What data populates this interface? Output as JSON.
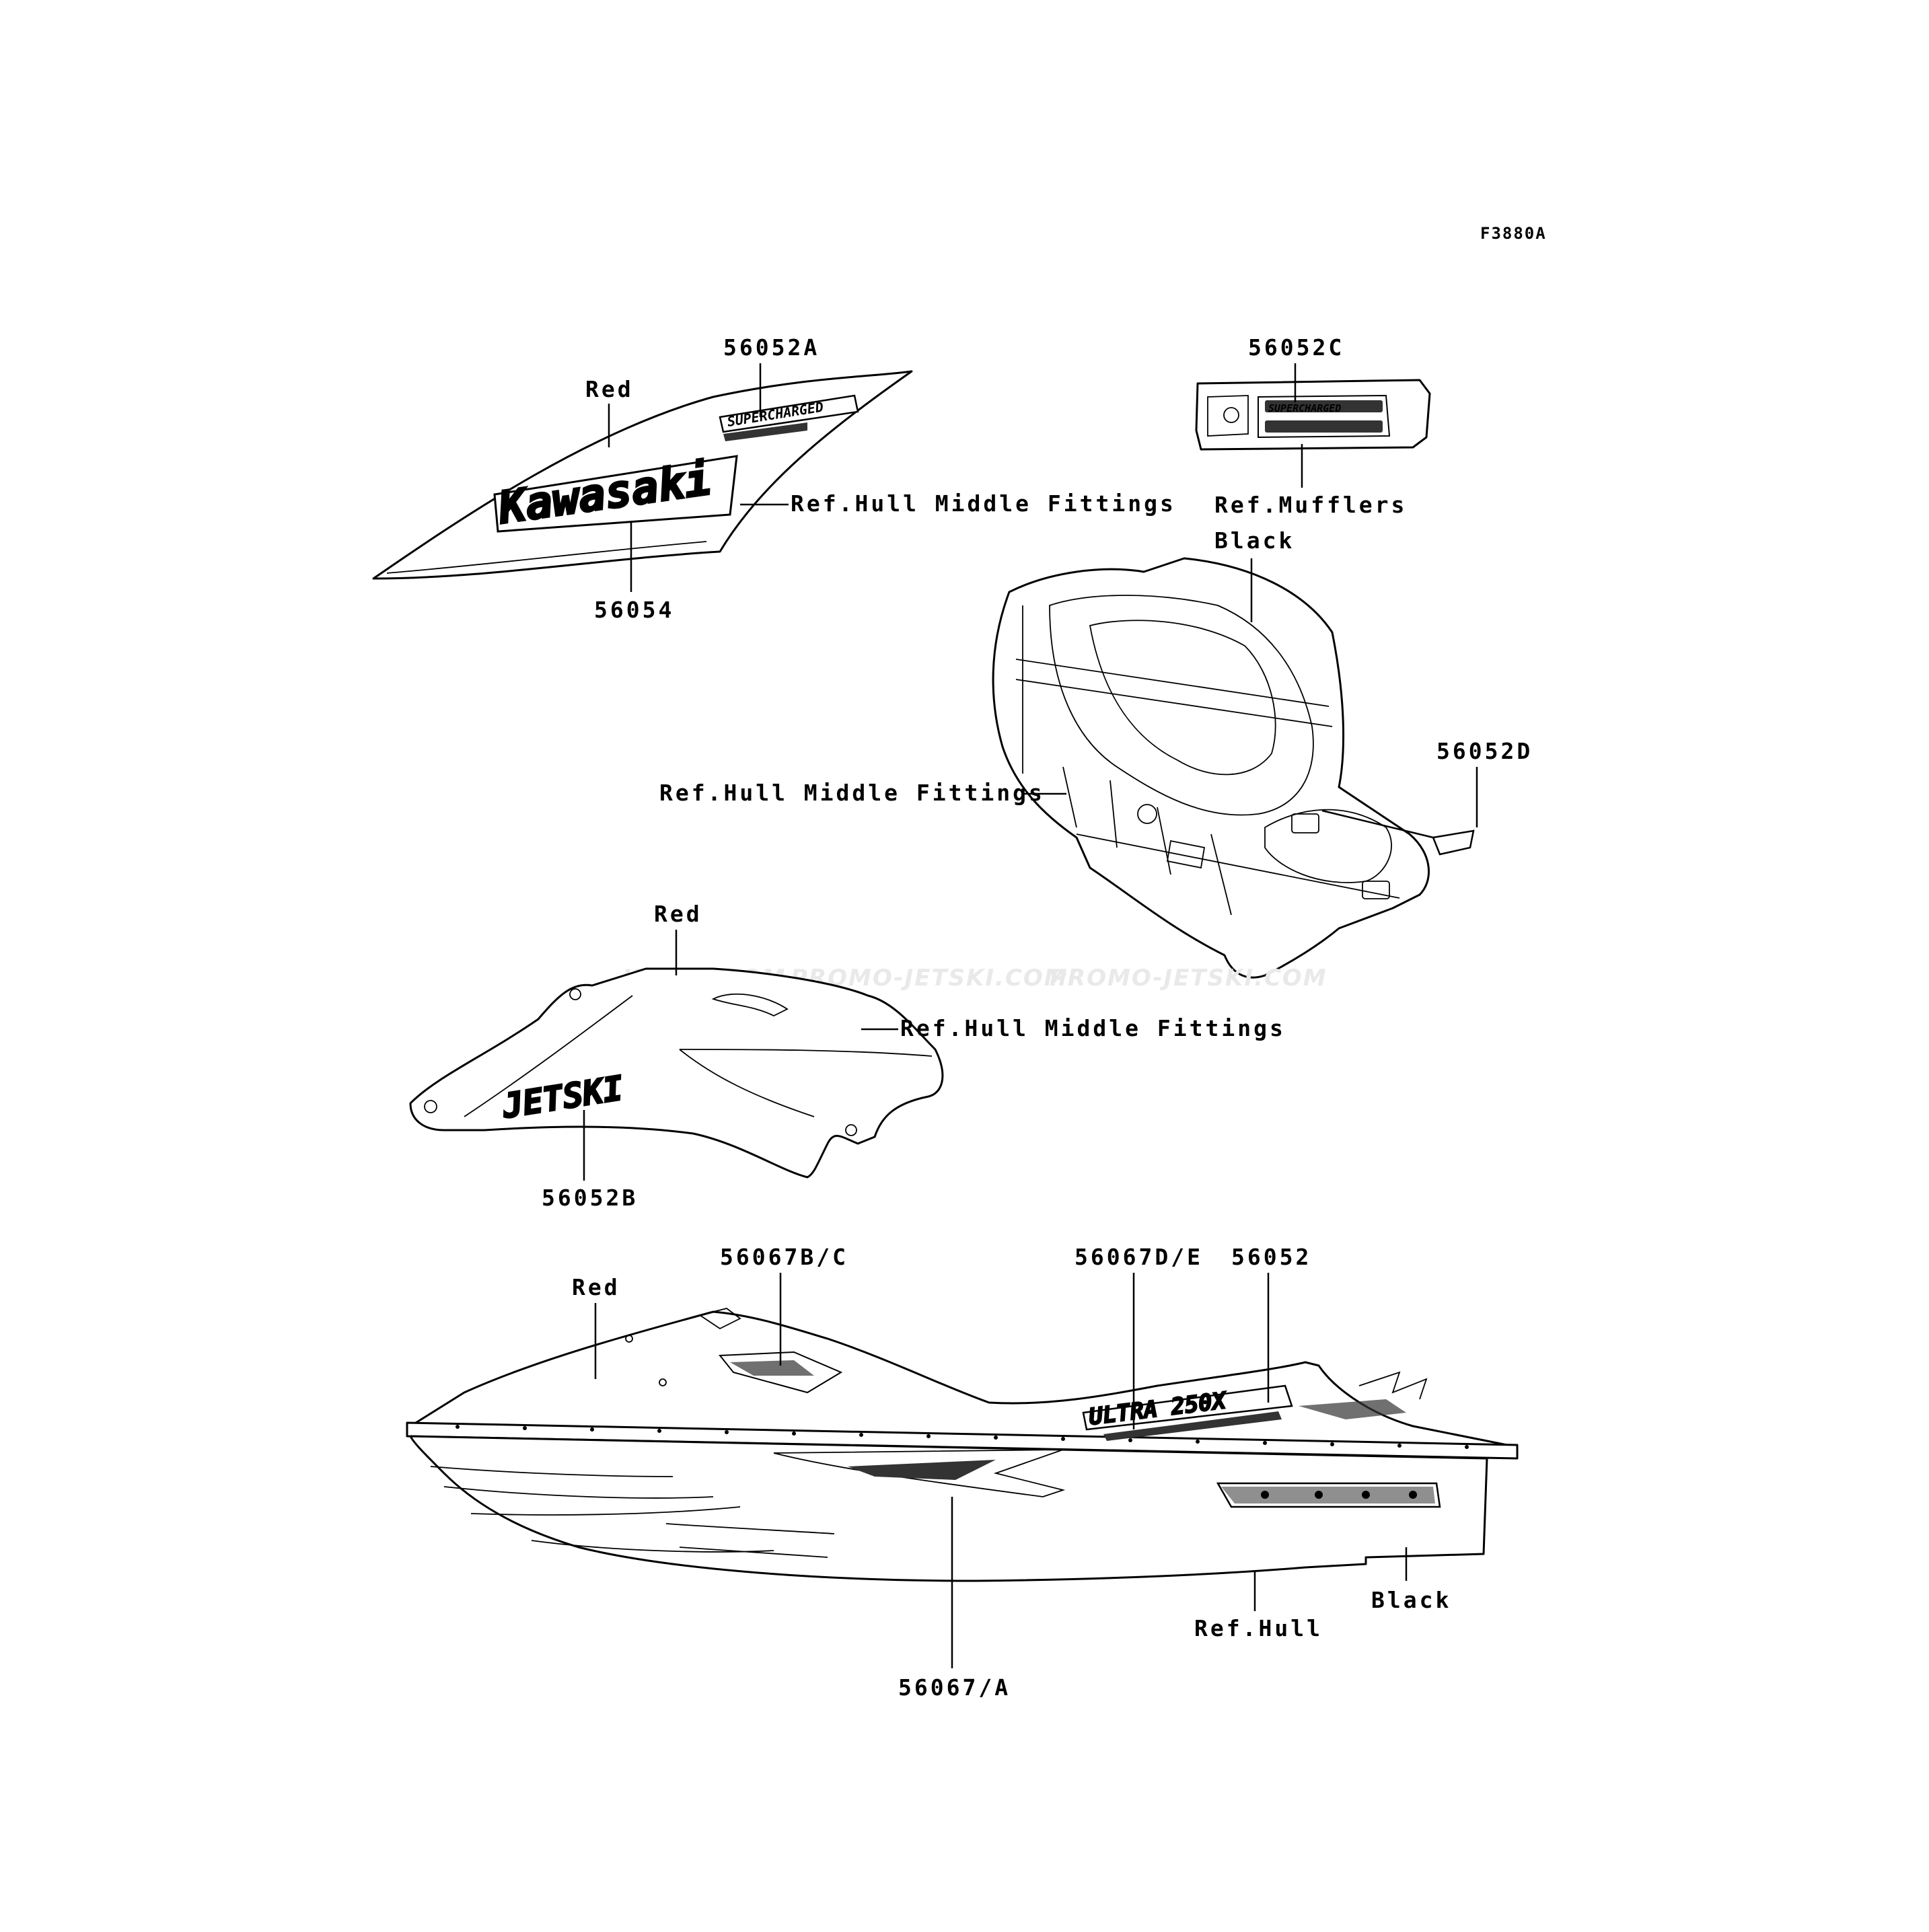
{
  "figure_code": "F3880A",
  "watermark": [
    "JETSKI.COM",
    "PROMO-JETSKI.COM",
    "PROMO-JETSKI.COM"
  ],
  "callouts": {
    "c_56052A": "56052A",
    "c_red_1": "Red",
    "c_ref_hull_mid_1": "Ref.Hull Middle Fittings",
    "c_56054": "56054",
    "c_56052C": "56052C",
    "c_ref_mufflers": "Ref.Mufflers",
    "c_black_1": "Black",
    "c_56052D": "56052D",
    "c_ref_hull_mid_2": "Ref.Hull Middle Fittings",
    "c_red_2": "Red",
    "c_ref_hull_mid_3": "Ref.Hull Middle Fittings",
    "c_56052B": "56052B",
    "c_56067BC": "56067B/C",
    "c_56067DE": "56067D/E",
    "c_56052": "56052",
    "c_red_3": "Red",
    "c_ref_hull": "Ref.Hull",
    "c_black_2": "Black",
    "c_56067A": "56067/A"
  },
  "decal_text": {
    "kawasaki": "Kawasaki",
    "jetski": "JETSKI",
    "supercharged": "SUPERCHARGED",
    "model": "ULTRA 250X"
  }
}
